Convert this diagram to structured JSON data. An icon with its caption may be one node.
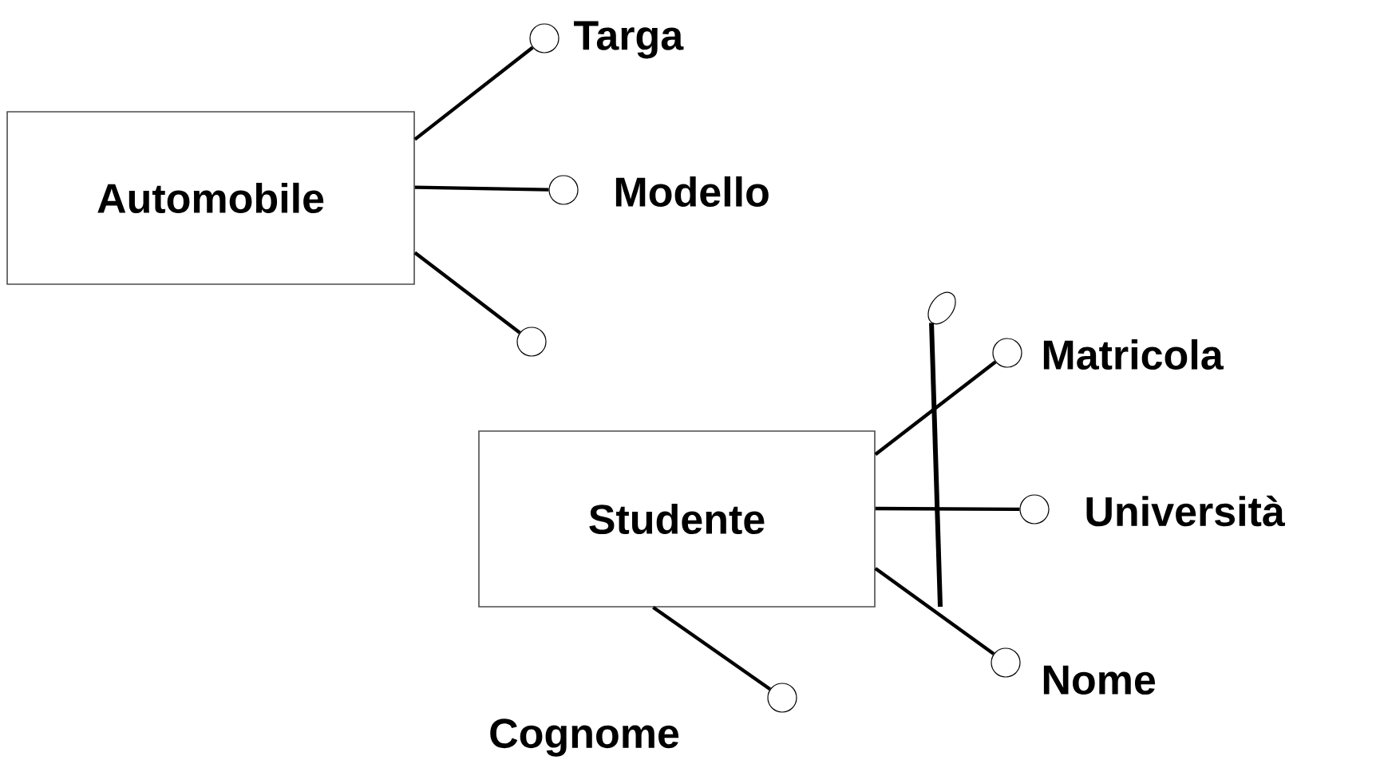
{
  "diagram": {
    "nodes": [
      {
        "text": [
          "Automobile"
        ]
      },
      {
        "text": [],
        "shape": "circle",
        "beside": [
          "Targa"
        ]
      },
      {
        "text": [],
        "shape": "circle",
        "beside": [
          "Modello"
        ]
      },
      {
        "text": [],
        "shape": "circle"
      },
      {
        "text": [
          "Studente"
        ]
      },
      {
        "text": [],
        "shape": "circle",
        "beside": [
          "Matricola"
        ]
      },
      {
        "text": [],
        "shape": "circle",
        "beside": [
          "Università"
        ]
      },
      {
        "text": [],
        "shape": "circle",
        "beside": [
          "Nome"
        ]
      },
      {
        "text": [],
        "shape": "circle",
        "beside": [
          "Cognome"
        ]
      },
      {
        "text": [],
        "shape": "ellipse"
      }
    ],
    "edges": [
      {
        "from": 0,
        "to": 1,
        "arrow": "none"
      },
      {
        "from": 0,
        "to": 2,
        "arrow": "none"
      },
      {
        "from": 0,
        "to": 3,
        "arrow": "none"
      },
      {
        "from": 4,
        "to": 5,
        "arrow": "none"
      },
      {
        "from": 4,
        "to": 6,
        "arrow": "none"
      },
      {
        "from": 4,
        "to": 7,
        "arrow": "none"
      },
      {
        "from": 4,
        "to": 8,
        "arrow": "none"
      }
    ]
  }
}
